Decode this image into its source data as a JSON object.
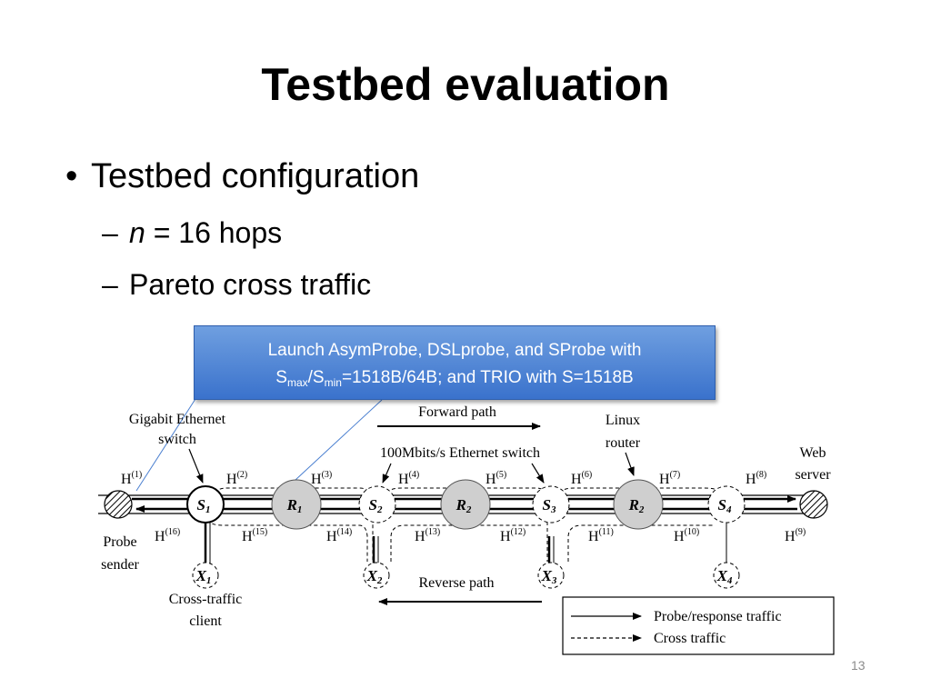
{
  "slide": {
    "title": "Testbed evaluation",
    "bullet": "Testbed configuration",
    "sub1_var": "n",
    "sub1_rest": " = 16 hops",
    "sub2": "Pareto cross traffic",
    "page_number": "13"
  },
  "callout": {
    "line1": "Launch AsymProbe, DSLprobe, and SProbe with",
    "smax_base": "S",
    "smax_sub": "max",
    "slash": "/",
    "smin_base": "S",
    "smin_sub": "min",
    "line2_rest": "=1518B/64B; and TRIO with S=1518B"
  },
  "diagram": {
    "labels": {
      "gigabit_1": "Gigabit Ethernet",
      "gigabit_2": "switch",
      "forward_path": "Forward path",
      "ethernet_switch": "100Mbits/s Ethernet switch",
      "linux_1": "Linux",
      "linux_2": "router",
      "web_1": "Web",
      "web_2": "server",
      "probe_1": "Probe",
      "probe_2": "sender",
      "cross_client_1": "Cross-traffic",
      "cross_client_2": "client",
      "reverse_path": "Reverse path"
    },
    "nodes": {
      "s1": {
        "base": "S",
        "sub": "1"
      },
      "r1": {
        "base": "R",
        "sub": "1"
      },
      "s2": {
        "base": "S",
        "sub": "2"
      },
      "r2a": {
        "base": "R",
        "sub": "2"
      },
      "s3": {
        "base": "S",
        "sub": "3"
      },
      "r2b": {
        "base": "R",
        "sub": "2"
      },
      "s4": {
        "base": "S",
        "sub": "4"
      },
      "x1": {
        "base": "X",
        "sub": "1"
      },
      "x2": {
        "base": "X",
        "sub": "2"
      },
      "x3": {
        "base": "X",
        "sub": "3"
      },
      "x4": {
        "base": "X",
        "sub": "4"
      }
    },
    "hops_top": [
      "(1)",
      "(2)",
      "(3)",
      "(4)",
      "(5)",
      "(6)",
      "(7)",
      "(8)"
    ],
    "hops_bottom": [
      "(16)",
      "(15)",
      "(14)",
      "(13)",
      "(12)",
      "(11)",
      "(10)",
      "(9)"
    ],
    "hop_letter": "H",
    "legend": {
      "probe": "Probe/response traffic",
      "cross": "Cross traffic"
    }
  }
}
